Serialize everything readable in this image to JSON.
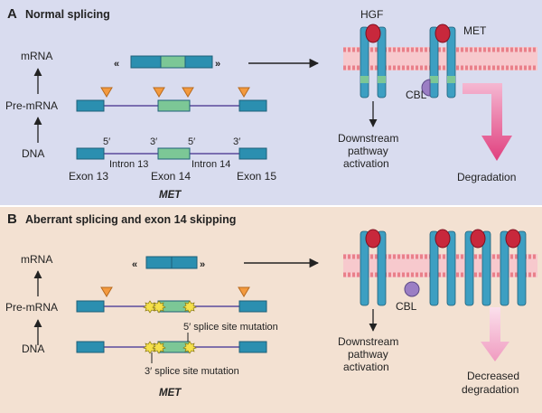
{
  "panel_a": {
    "letter": "A",
    "title": "Normal splicing",
    "levels": {
      "mrna": "mRNA",
      "pre_mrna": "Pre-mRNA",
      "dna": "DNA"
    },
    "dna_labels": {
      "five_prime_1": "5′",
      "three_prime_1": "3′",
      "five_prime_2": "5′",
      "three_prime_2": "3′",
      "intron_13": "Intron 13",
      "intron_14": "Intron 14",
      "exon_13": "Exon 13",
      "exon_14": "Exon 14",
      "exon_15": "Exon 15"
    },
    "gene": "MET",
    "receptor_labels": {
      "hgf": "HGF",
      "met": "MET",
      "cbl": "CBL"
    },
    "downstream": [
      "Downstream",
      "pathway",
      "activation"
    ],
    "degradation": "Degradation"
  },
  "panel_b": {
    "letter": "B",
    "title": "Aberrant splicing and exon 14 skipping",
    "levels": {
      "mrna": "mRNA",
      "pre_mrna": "Pre-mRNA",
      "dna": "DNA"
    },
    "mutations": {
      "five_prime": "5′ splice site mutation",
      "three_prime": "3′ splice site mutation"
    },
    "gene": "MET",
    "receptor_labels": {
      "cbl": "CBL"
    },
    "downstream": [
      "Downstream",
      "pathway",
      "activation"
    ],
    "degradation": [
      "Decreased",
      "degradation"
    ]
  },
  "colors": {
    "panel_a_bg": "#d9dcef",
    "panel_b_bg": "#f3e1d2",
    "exon": "#2b8fb0",
    "exon14": "#7cc796",
    "intron_line": "#5b4a9c",
    "splice_marker": "#f39a3e",
    "membrane": "#e9808a",
    "receptor_blue": "#3d9fc2",
    "receptor_red": "#c8283c",
    "cbl": "#9b7ec4",
    "arrow_strong": "#e0407e",
    "arrow_weak": "#f0a6c4",
    "mutation_star": "#f5e04a"
  }
}
